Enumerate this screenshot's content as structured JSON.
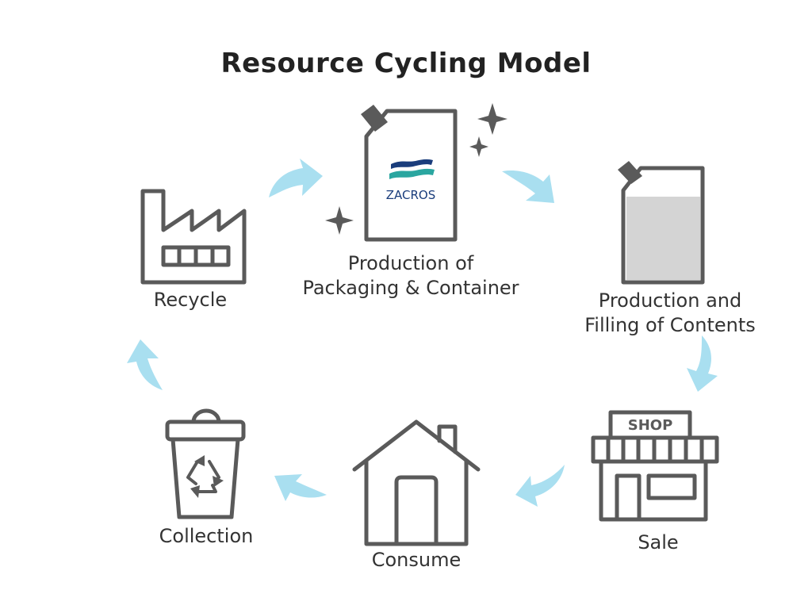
{
  "title": "Resource Cycling Model",
  "brand": {
    "logo_text": "ZACROS",
    "colors": {
      "navy": "#1a3d7c",
      "teal": "#2aa6a0"
    }
  },
  "accent_color": "#a9dff0",
  "icon_color": "#5a5a5a",
  "stages": [
    {
      "id": "packaging",
      "icon": "pouch-with-logo-icon",
      "lines": [
        "Production of",
        "Packaging & Container"
      ]
    },
    {
      "id": "filling",
      "icon": "filled-pouch-icon",
      "lines": [
        "Production and",
        "Filling of Contents"
      ]
    },
    {
      "id": "sale",
      "icon": "shop-icon",
      "sign": "SHOP",
      "lines": [
        "Sale"
      ]
    },
    {
      "id": "consume",
      "icon": "house-icon",
      "lines": [
        "Consume"
      ]
    },
    {
      "id": "collection",
      "icon": "recycle-bin-icon",
      "lines": [
        "Collection"
      ]
    },
    {
      "id": "recycle",
      "icon": "factory-icon",
      "lines": [
        "Recycle"
      ]
    }
  ]
}
